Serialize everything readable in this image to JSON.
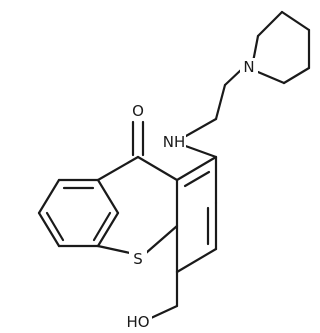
{
  "molecule": {
    "atom_labels": {
      "oxygen_carbonyl": "O",
      "nitrogen_amine": "NH",
      "nitrogen_piperidine": "N",
      "sulfur": "S",
      "hydroxyl": "HO"
    }
  },
  "colors": {
    "bond": "#1a1a1a",
    "background": "#ffffff"
  }
}
